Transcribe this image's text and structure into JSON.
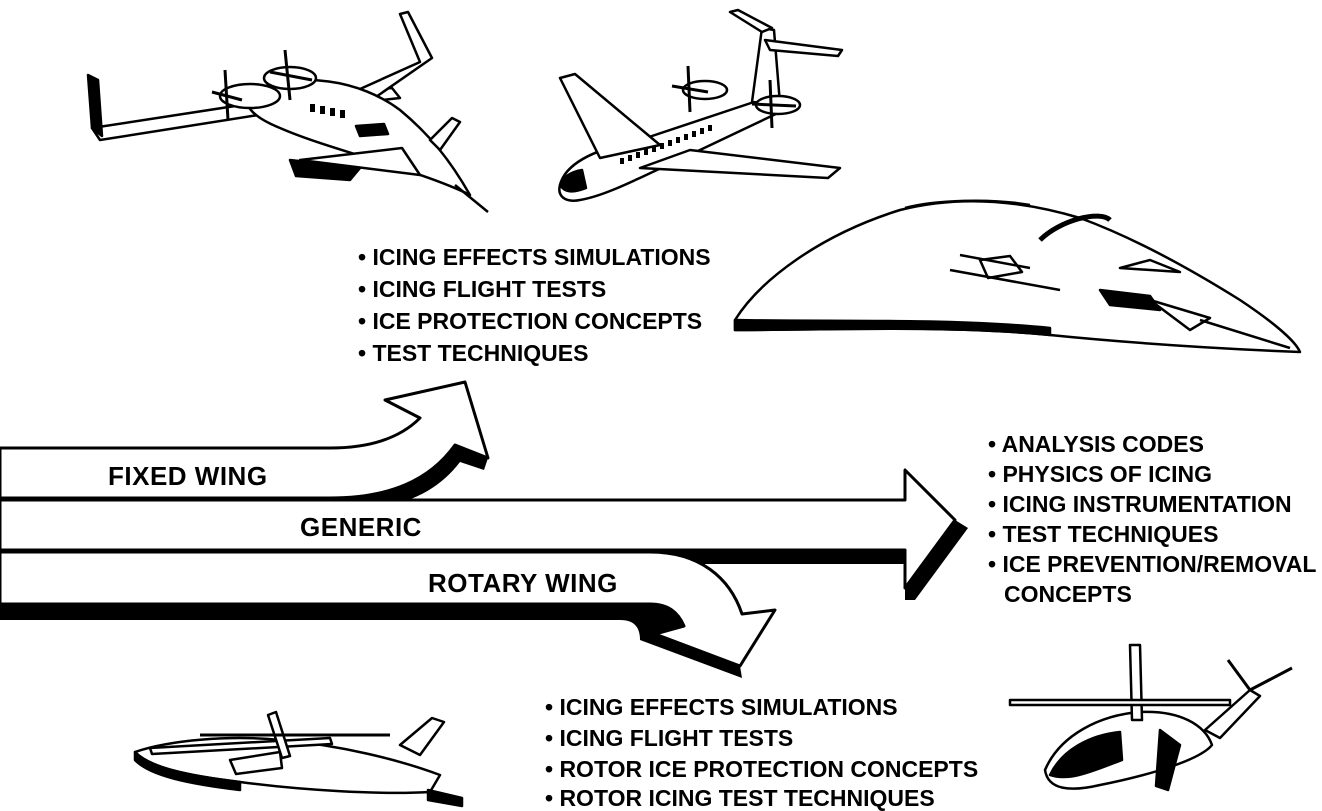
{
  "arrows": {
    "fixed_wing": "FIXED WING",
    "generic": "GENERIC",
    "rotary_wing": "ROTARY WING"
  },
  "fixed_wing_topics": [
    "• ICING EFFECTS SIMULATIONS",
    "• ICING FLIGHT TESTS",
    "• ICE PROTECTION CONCEPTS",
    "• TEST TECHNIQUES"
  ],
  "generic_topics": [
    "• ANALYSIS CODES",
    "• PHYSICS OF ICING",
    "• ICING INSTRUMENTATION",
    "• TEST TECHNIQUES",
    "• ICE PREVENTION/REMOVAL",
    "CONCEPTS"
  ],
  "rotary_wing_topics": [
    "• ICING EFFECTS SIMULATIONS",
    "• ICING FLIGHT TESTS",
    "• ROTOR ICE PROTECTION CONCEPTS",
    "• ROTOR ICING TEST TECHNIQUES"
  ]
}
